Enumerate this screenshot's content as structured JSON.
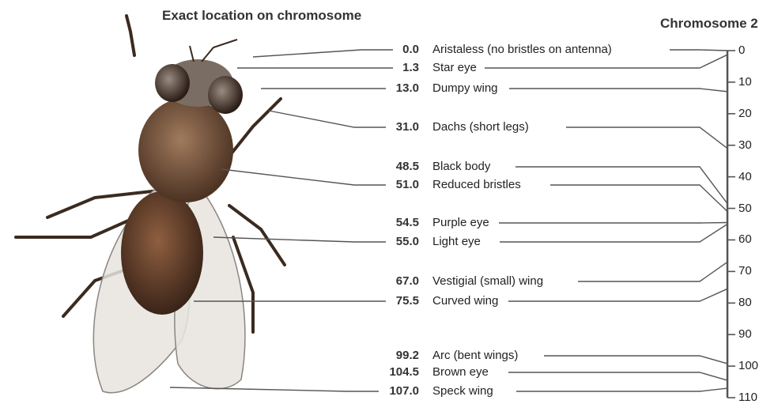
{
  "headings": {
    "location": "Exact location on chromosome",
    "chromosome": "Chromosome 2"
  },
  "genes": [
    {
      "pos": "0.0",
      "name": "Aristaless (no bristles on antenna)"
    },
    {
      "pos": "1.3",
      "name": "Star eye"
    },
    {
      "pos": "13.0",
      "name": "Dumpy wing"
    },
    {
      "pos": "31.0",
      "name": "Dachs (short legs)"
    },
    {
      "pos": "48.5",
      "name": "Black body"
    },
    {
      "pos": "51.0",
      "name": "Reduced bristles"
    },
    {
      "pos": "54.5",
      "name": "Purple eye"
    },
    {
      "pos": "55.0",
      "name": "Light eye"
    },
    {
      "pos": "67.0",
      "name": "Vestigial (small) wing"
    },
    {
      "pos": "75.5",
      "name": "Curved wing"
    },
    {
      "pos": "99.2",
      "name": "Arc (bent wings)"
    },
    {
      "pos": "104.5",
      "name": "Brown eye"
    },
    {
      "pos": "107.0",
      "name": "Speck wing"
    }
  ],
  "scale": {
    "min": 0,
    "max": 110,
    "ticks": [
      "0",
      "10",
      "20",
      "30",
      "40",
      "50",
      "60",
      "70",
      "80",
      "90",
      "100",
      "110"
    ]
  },
  "colors": {
    "line": "#555555",
    "fly_body": "#6d4a33",
    "fly_eye": "#3a2a22",
    "wing": "#e8e4df"
  }
}
